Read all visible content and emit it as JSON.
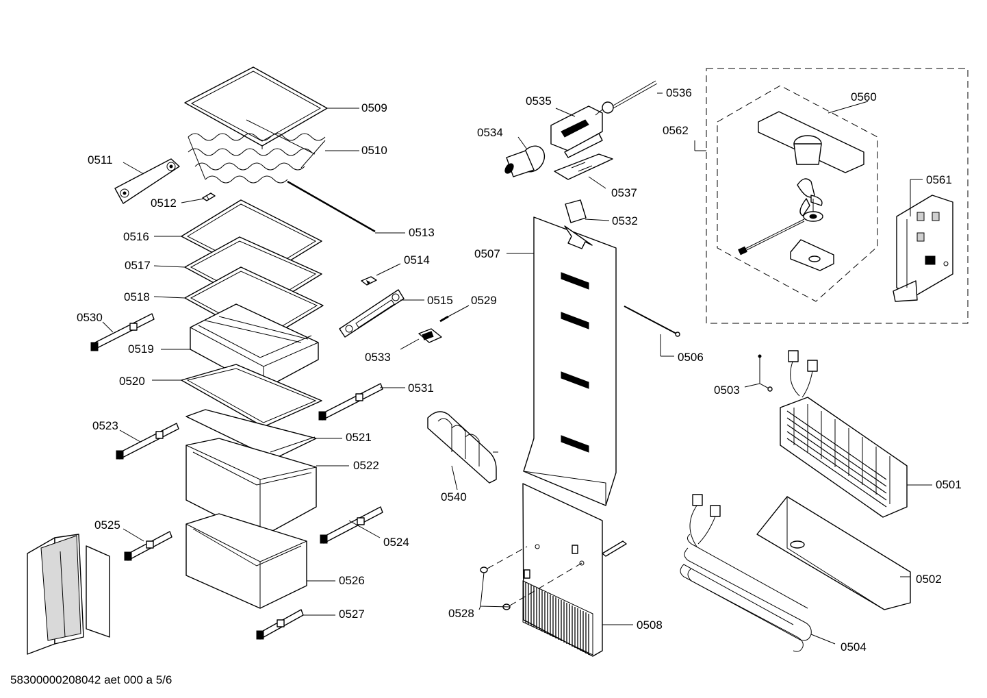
{
  "labels": {
    "p0501": "0501",
    "p0502": "0502",
    "p0503": "0503",
    "p0504": "0504",
    "p0506": "0506",
    "p0507": "0507",
    "p0508": "0508",
    "p0509": "0509",
    "p0510": "0510",
    "p0511": "0511",
    "p0512": "0512",
    "p0513": "0513",
    "p0514": "0514",
    "p0515": "0515",
    "p0516": "0516",
    "p0517": "0517",
    "p0518": "0518",
    "p0519": "0519",
    "p0520": "0520",
    "p0521": "0521",
    "p0522": "0522",
    "p0523": "0523",
    "p0524": "0524",
    "p0525": "0525",
    "p0526": "0526",
    "p0527": "0527",
    "p0528": "0528",
    "p0529": "0529",
    "p0530": "0530",
    "p0531": "0531",
    "p0532": "0532",
    "p0533": "0533",
    "p0534": "0534",
    "p0535": "0535",
    "p0536": "0536",
    "p0537": "0537",
    "p0540": "0540",
    "p0560": "0560",
    "p0561": "0561",
    "p0562": "0562"
  },
  "footer": {
    "drawing_id": "58300000208042 aet 000 a 5/6"
  }
}
